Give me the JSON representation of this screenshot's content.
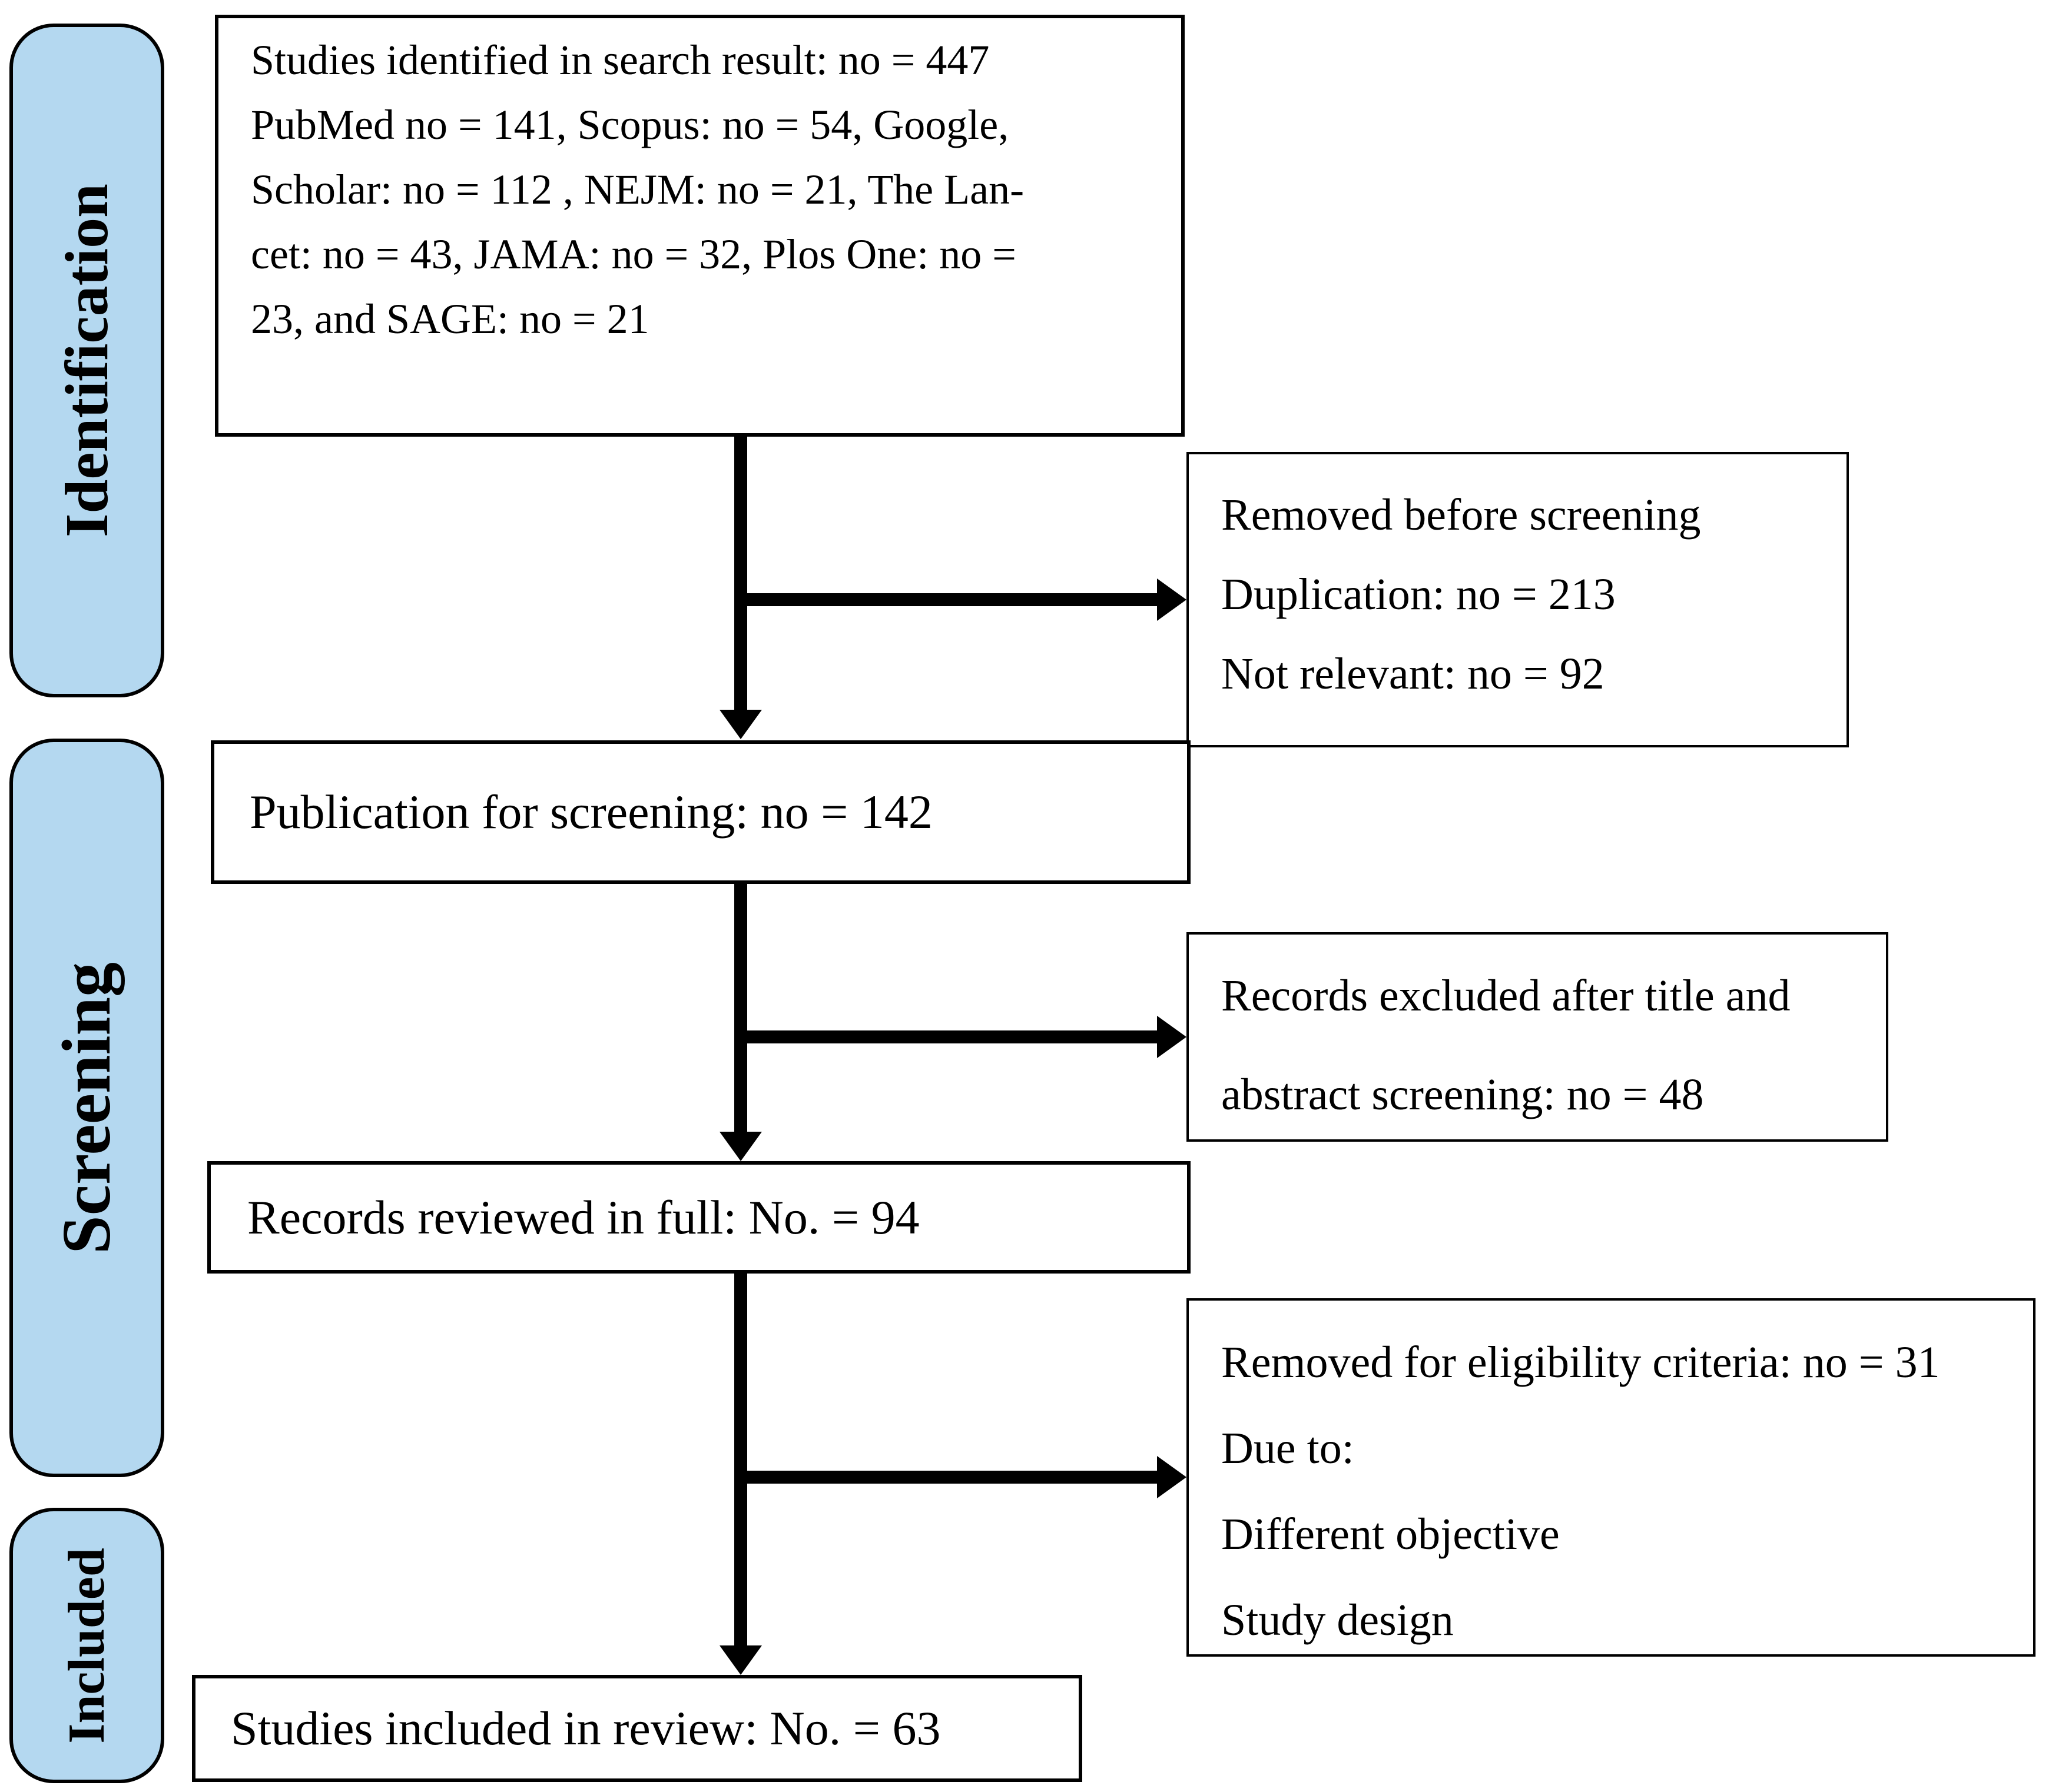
{
  "stages": {
    "identification": "Identification",
    "screening": "Screening",
    "included": "Included"
  },
  "boxes": {
    "identified": {
      "lines": [
        "Studies identified in search result: no = 447",
        "PubMed no = 141, Scopus: no = 54, Google,",
        "Scholar: no = 112 , NEJM: no = 21, The Lan-",
        "cet: no = 43, JAMA: no = 32, Plos One: no =",
        "23, and SAGE: no = 21"
      ]
    },
    "removed_before": {
      "lines": [
        "Removed before screening",
        "Duplication: no = 213",
        "Not relevant: no = 92"
      ]
    },
    "publication": {
      "text": "Publication for screening: no = 142"
    },
    "records_excluded": {
      "lines": [
        "Records excluded after title and",
        "abstract screening: no = 48"
      ]
    },
    "reviewed": {
      "text": "Records reviewed in full: No. = 94"
    },
    "removed_eligibility": {
      "lines": [
        "Removed for eligibility criteria: no = 31",
        "Due to:",
        "Different objective",
        "Study design"
      ]
    },
    "included_review": {
      "text": "Studies included in review: No. = 63"
    }
  },
  "colors": {
    "stage_fill": "#B4D8F0",
    "line": "#000000",
    "box_bg": "#FFFFFF",
    "text": "#000000"
  }
}
